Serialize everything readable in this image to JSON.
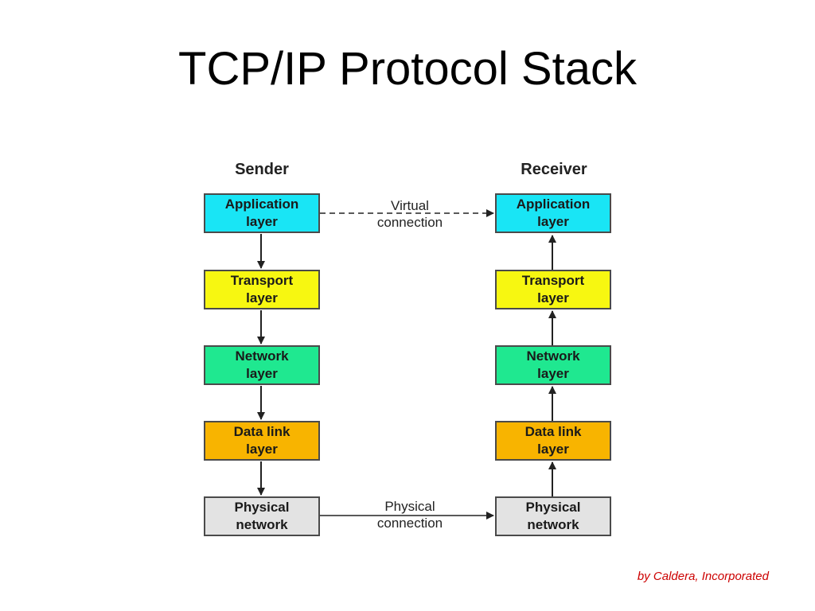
{
  "title": "TCP/IP Protocol Stack",
  "sender": {
    "heading": "Sender"
  },
  "receiver": {
    "heading": "Receiver"
  },
  "layers": [
    {
      "line1": "Application",
      "line2": "layer",
      "color": "#19e5f5"
    },
    {
      "line1": "Transport",
      "line2": "layer",
      "color": "#f7f711"
    },
    {
      "line1": "Network",
      "line2": "layer",
      "color": "#1fe890"
    },
    {
      "line1": "Data link",
      "line2": "layer",
      "color": "#f8b400"
    },
    {
      "line1": "Physical",
      "line2": "network",
      "color": "#e3e3e3"
    }
  ],
  "connections": {
    "virtual": {
      "line1": "Virtual",
      "line2": "connection",
      "style": "dashed"
    },
    "physical": {
      "line1": "Physical",
      "line2": "connection",
      "style": "solid"
    }
  },
  "credit": "by Caldera, Incorporated"
}
